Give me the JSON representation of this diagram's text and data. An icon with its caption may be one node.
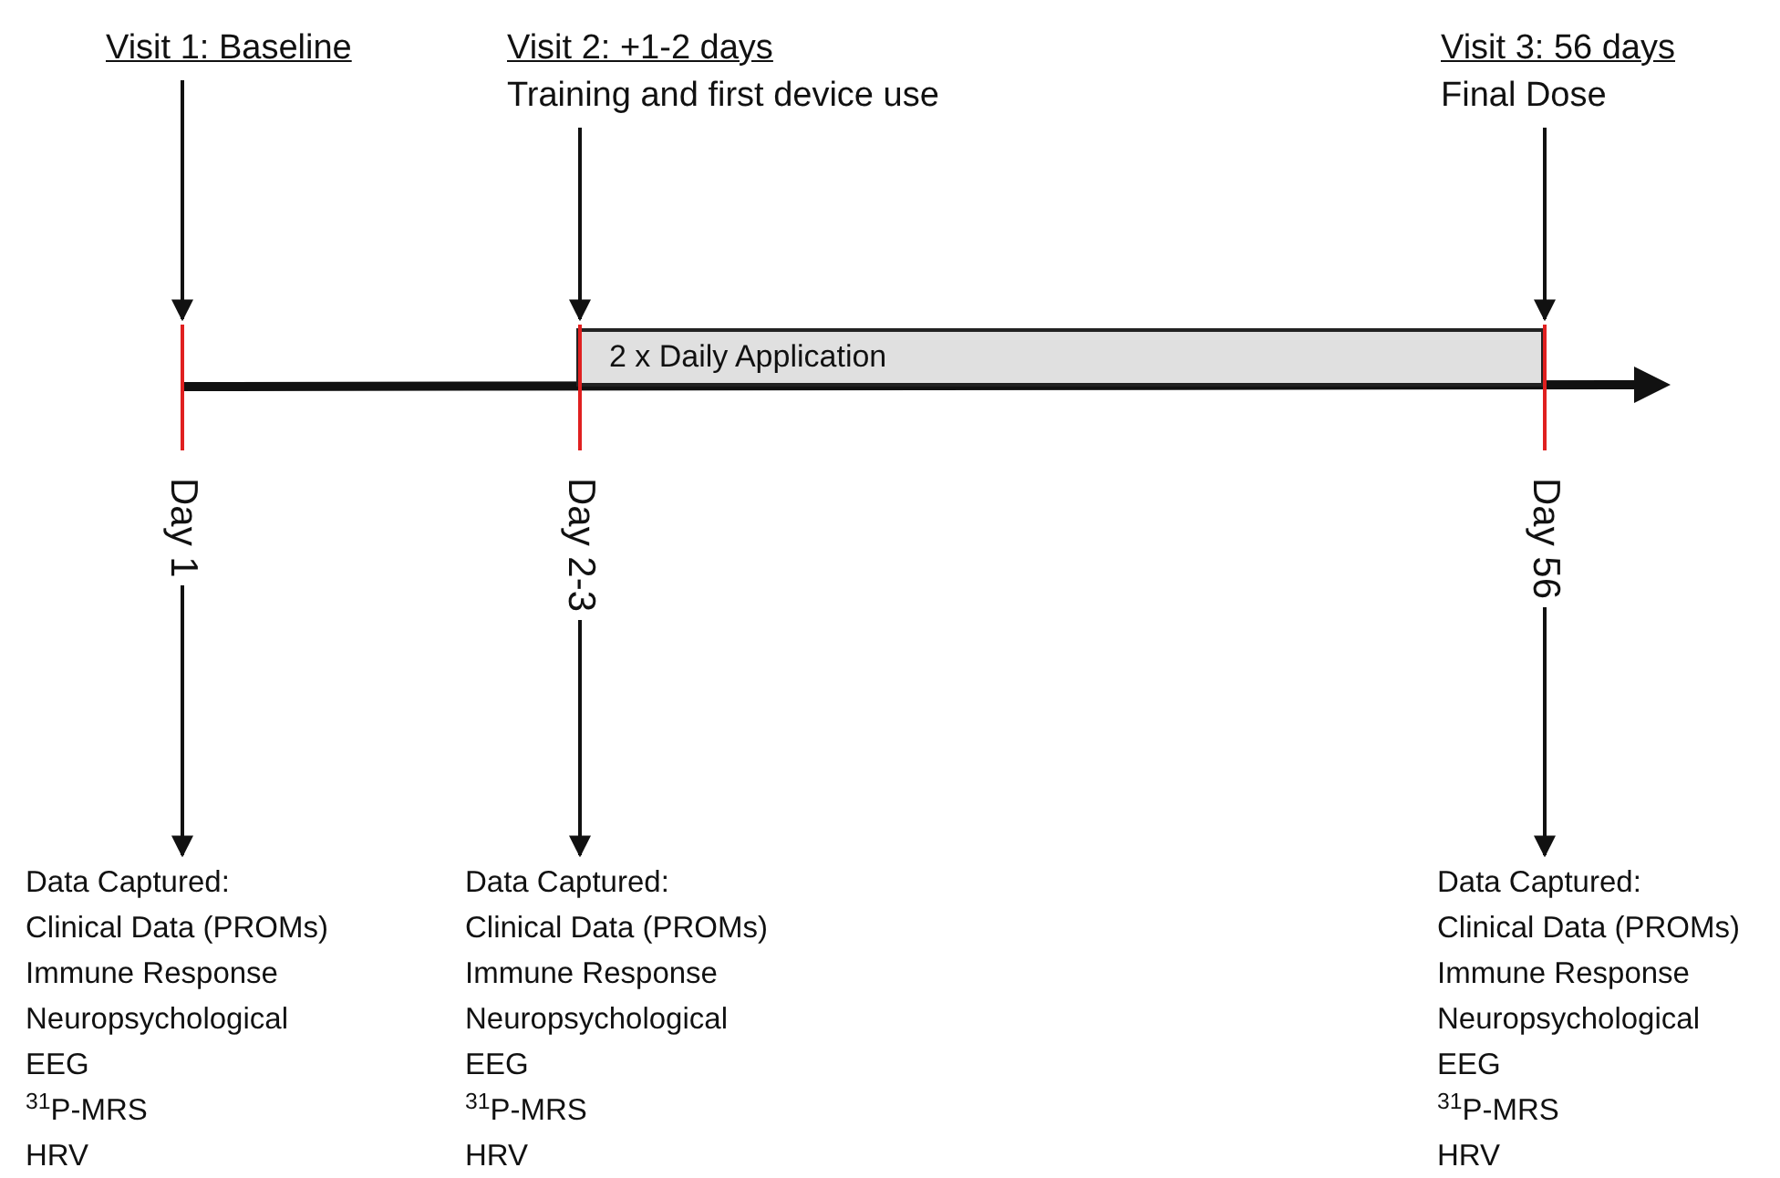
{
  "diagram": {
    "nodes": [
      {
        "text": [
          "Visit 1: Baseline"
        ]
      },
      {
        "text": [
          "Visit 2: +1-2 days",
          "Training and first device use"
        ]
      },
      {
        "text": [
          "Visit 3: 56 days",
          "Final Dose"
        ]
      },
      {
        "text": [
          "Day 1"
        ]
      },
      {
        "text": [
          "Day 2-3"
        ]
      },
      {
        "text": [
          "Day 56"
        ]
      },
      {
        "text": [
          "Data Captured:",
          "Clinical Data (PROMs)",
          "Immune Response",
          "Neuropsychological",
          "EEG",
          "$^{31}$P-MRS",
          "HRV"
        ]
      },
      {
        "text": [
          "Data Captured:",
          "Clinical Data (PROMs)",
          "Immune Response",
          "Neuropsychological",
          "EEG",
          "$^{31}$P-MRS",
          "HRV"
        ]
      },
      {
        "text": [
          "Data Captured:",
          "Clinical Data (PROMs)",
          "Immune Response",
          "Neuropsychological",
          "EEG",
          "$^{31}$P-MRS",
          "HRV"
        ]
      },
      {
        "text": [
          "2 x Daily Application"
        ]
      },
      {
        "text": [],
        "shape": "bar"
      },
      {
        "text": [],
        "shape": "bar"
      },
      {
        "text": [],
        "shape": "bar"
      }
    ],
    "edges": [
      {
        "from": 0,
        "to": 10,
        "arrow": "to"
      },
      {
        "from": 1,
        "to": 11,
        "arrow": "to"
      },
      {
        "from": 2,
        "to": 12,
        "arrow": "to"
      },
      {
        "from": 3,
        "to": 6,
        "arrow": "to"
      },
      {
        "from": 4,
        "to": 7,
        "arrow": "to"
      },
      {
        "from": 5,
        "to": 8,
        "arrow": "to"
      }
    ]
  }
}
